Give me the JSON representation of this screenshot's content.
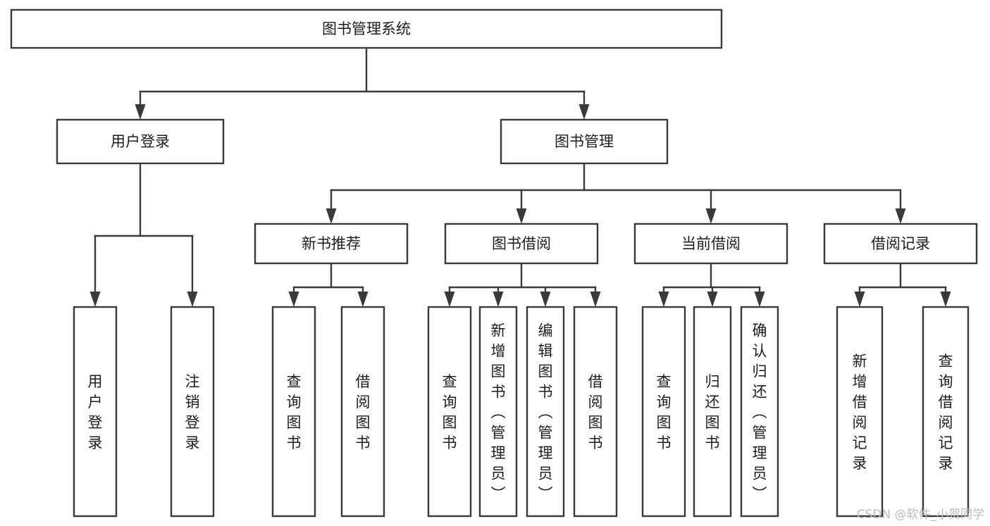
{
  "diagram": {
    "title": "图书管理系统",
    "type": "hierarchy-tree",
    "orientation": "top-down",
    "colors": {
      "box_stroke": "#3a3a3a",
      "box_fill": "#ffffff",
      "text": "#1d1d1d",
      "background": "#ffffff",
      "watermark": "#bcbcbc"
    },
    "root": {
      "id": "root",
      "label": "图书管理系统"
    },
    "level2": [
      {
        "id": "user-login",
        "label": "用户登录"
      },
      {
        "id": "book-management",
        "label": "图书管理"
      }
    ],
    "level3": [
      {
        "id": "new-book-recommend",
        "label": "新书推荐",
        "parent": "book-management"
      },
      {
        "id": "book-borrow",
        "label": "图书借阅",
        "parent": "book-management"
      },
      {
        "id": "current-borrow",
        "label": "当前借阅",
        "parent": "book-management"
      },
      {
        "id": "borrow-record",
        "label": "借阅记录",
        "parent": "book-management"
      }
    ],
    "leaves": [
      {
        "id": "leaf-user-login",
        "label": "用户登录",
        "parent": "user-login",
        "admin": false
      },
      {
        "id": "leaf-logout",
        "label": "注销登录",
        "parent": "user-login",
        "admin": false
      },
      {
        "id": "leaf-query-book-rec",
        "label": "查询图书",
        "parent": "new-book-recommend",
        "admin": false
      },
      {
        "id": "leaf-borrow-book-rec",
        "label": "借阅图书",
        "parent": "new-book-recommend",
        "admin": false
      },
      {
        "id": "leaf-query-book-borrow",
        "label": "查询图书",
        "parent": "book-borrow",
        "admin": false
      },
      {
        "id": "leaf-add-book",
        "label": "新增图书（管理员）",
        "parent": "book-borrow",
        "admin": true
      },
      {
        "id": "leaf-edit-book",
        "label": "编辑图书（管理员）",
        "parent": "book-borrow",
        "admin": true
      },
      {
        "id": "leaf-borrow-book",
        "label": "借阅图书",
        "parent": "book-borrow",
        "admin": false
      },
      {
        "id": "leaf-query-book-cur",
        "label": "查询图书",
        "parent": "current-borrow",
        "admin": false
      },
      {
        "id": "leaf-return-book",
        "label": "归还图书",
        "parent": "current-borrow",
        "admin": false
      },
      {
        "id": "leaf-confirm-return",
        "label": "确认归还（管理员）",
        "parent": "current-borrow",
        "admin": true
      },
      {
        "id": "leaf-add-record",
        "label": "新增借阅记录",
        "parent": "borrow-record",
        "admin": false
      },
      {
        "id": "leaf-query-record",
        "label": "查询借阅记录",
        "parent": "borrow-record",
        "admin": false
      }
    ]
  },
  "watermark": {
    "text": "CSDN @软件_小贺同学"
  }
}
